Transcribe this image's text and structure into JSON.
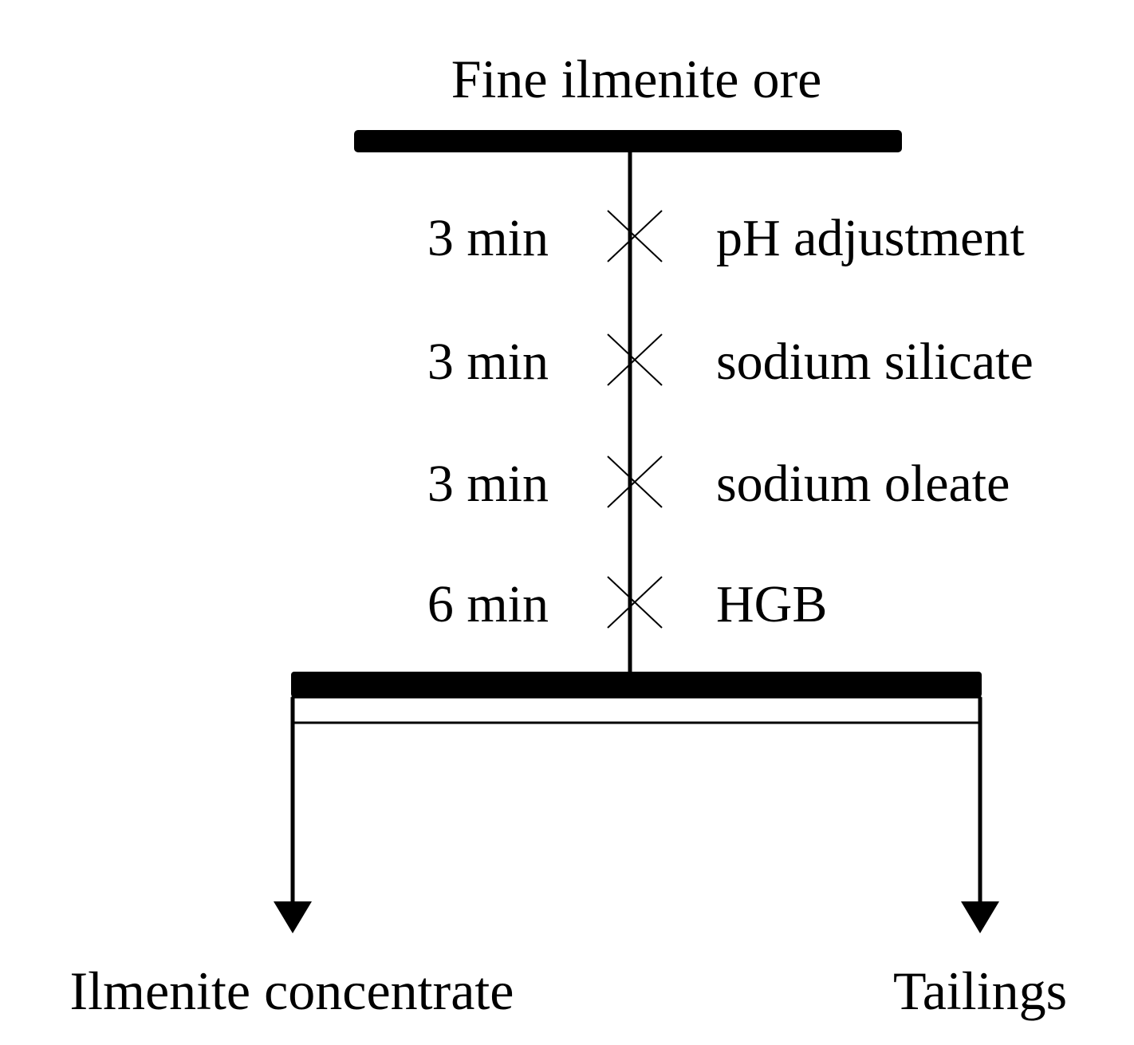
{
  "feed": {
    "label": "Fine ilmenite ore"
  },
  "steps": [
    {
      "time": "3 min",
      "reagent": "pH adjustment"
    },
    {
      "time": "3 min",
      "reagent": "sodium silicate"
    },
    {
      "time": "3 min",
      "reagent": "sodium oleate"
    },
    {
      "time": "6 min",
      "reagent": "HGB"
    }
  ],
  "outputs": {
    "concentrate": "Ilmenite concentrate",
    "tailings": "Tailings"
  },
  "colors": {
    "line": "#000000",
    "background": "#ffffff"
  }
}
